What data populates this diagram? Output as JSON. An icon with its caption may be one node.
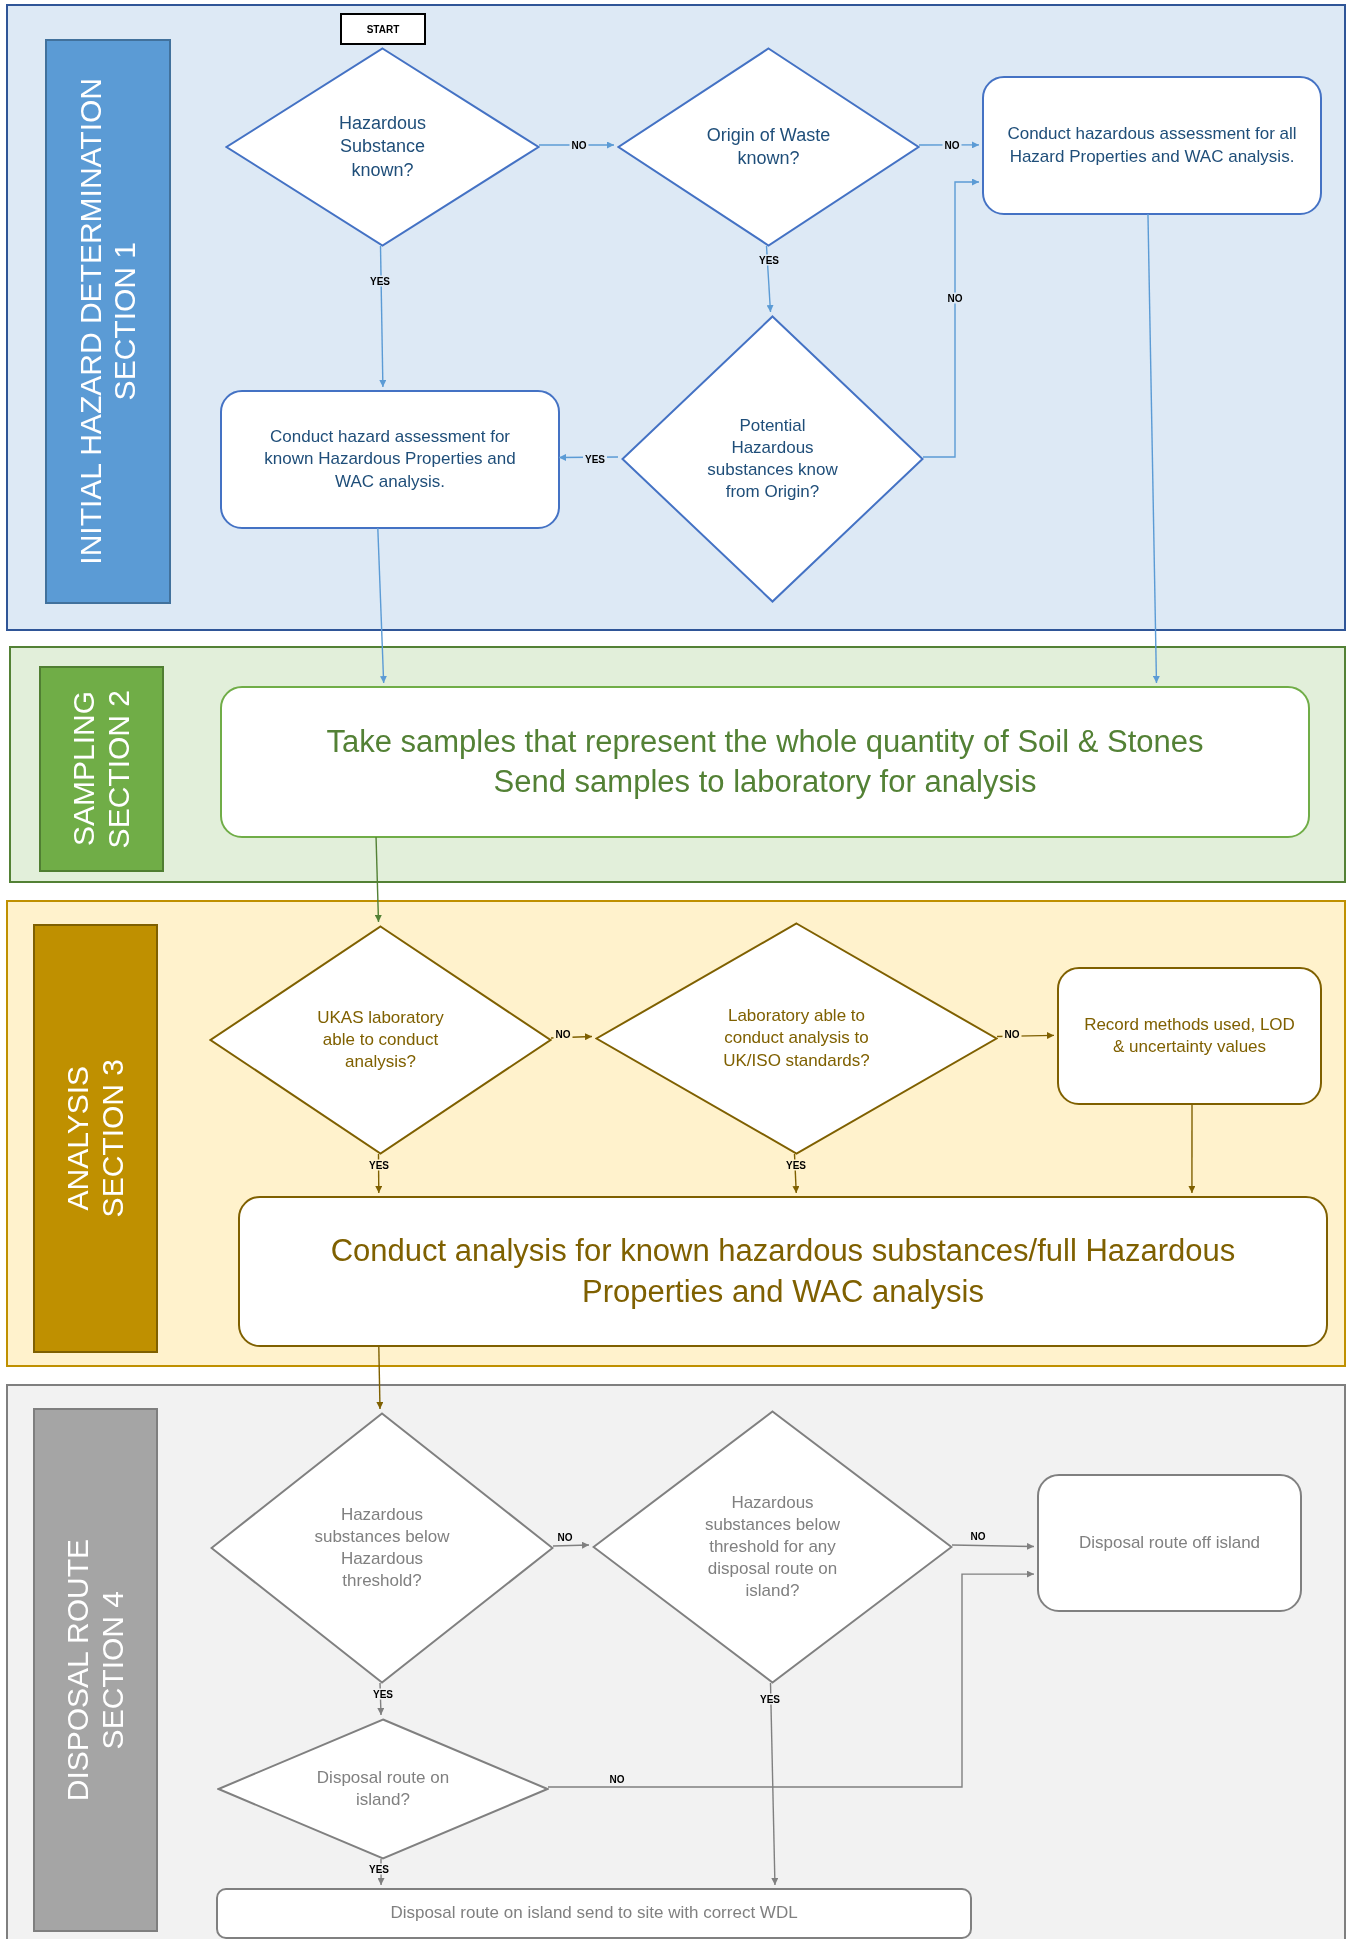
{
  "diagram": {
    "nodes": [
      {
        "text": [],
        "shape": "box"
      },
      {
        "text": [
          "SECTION 1",
          "INITIAL HAZARD DETERMINATION"
        ],
        "in": 0
      },
      {
        "text": [
          "START"
        ],
        "in": 0
      },
      {
        "text": [
          "Hazardous Substance known?"
        ],
        "in": 0
      },
      {
        "text": [
          "Origin of Waste known?"
        ],
        "in": 0
      },
      {
        "text": [
          "Conduct hazardous assessment for all Hazard Properties and WAC analysis."
        ],
        "in": 0
      },
      {
        "text": [
          "Conduct hazard assessment for known Hazardous Properties and WAC analysis."
        ],
        "in": 0
      },
      {
        "text": [
          "Potential Hazardous substances know from Origin?"
        ],
        "in": 0
      },
      {
        "text": [],
        "shape": "box"
      },
      {
        "text": [
          "SECTION 2",
          "SAMPLING"
        ],
        "in": 8
      },
      {
        "text": [
          "Take samples that represent the whole quantity of Soil & Stones",
          "Send samples to laboratory for analysis"
        ],
        "in": 8
      },
      {
        "text": [],
        "shape": "box"
      },
      {
        "text": [
          "SECTION 3",
          "ANALYSIS"
        ],
        "in": 11
      },
      {
        "text": [
          "UKAS laboratory able to conduct analysis?"
        ],
        "in": 11
      },
      {
        "text": [
          "Laboratory able to conduct analysis to UK/ISO standards?"
        ],
        "in": 11
      },
      {
        "text": [
          "Record methods used, LOD & uncertainty values"
        ],
        "in": 11
      },
      {
        "text": [
          "Conduct analysis for known hazardous substances/full Hazardous Properties and WAC analysis"
        ],
        "in": 11
      },
      {
        "text": [],
        "shape": "box"
      },
      {
        "text": [
          "SECTION 4",
          "DISPOSAL ROUTE"
        ],
        "in": 17
      },
      {
        "text": [
          "Hazardous substances below Hazardous threshold?"
        ],
        "in": 17
      },
      {
        "text": [
          "Hazardous substances below threshold for any disposal route on island?"
        ],
        "in": 17
      },
      {
        "text": [
          "Disposal route off island"
        ],
        "in": 17
      },
      {
        "text": [
          "Disposal route on island?"
        ],
        "in": 17
      },
      {
        "text": [
          "Disposal route on island send to site with correct WDL"
        ],
        "in": 17
      }
    ],
    "edges": [
      {
        "from": 3,
        "to": 4,
        "arrow": "to",
        "label": "NO"
      },
      {
        "from": 4,
        "to": 5,
        "arrow": "to",
        "label": "NO"
      },
      {
        "from": 4,
        "to": 7,
        "arrow": "to",
        "label": "YES"
      },
      {
        "from": 3,
        "to": 6,
        "arrow": "to",
        "label": "YES"
      },
      {
        "from": 7,
        "to": 6,
        "arrow": "to",
        "label": "YES"
      },
      {
        "from": 7,
        "to": 5,
        "arrow": "to",
        "label": "NO"
      },
      {
        "from": 6,
        "to": 10,
        "arrow": "to"
      },
      {
        "from": 5,
        "to": 10,
        "arrow": "to"
      },
      {
        "from": 10,
        "to": 13,
        "arrow": "to",
        "color": "#538135"
      },
      {
        "from": 13,
        "to": 14,
        "arrow": "to",
        "label": "NO",
        "color": "#7f6000"
      },
      {
        "from": 14,
        "to": 15,
        "arrow": "to",
        "label": "NO",
        "color": "#7f6000"
      },
      {
        "from": 15,
        "to": 16,
        "arrow": "to",
        "color": "#7f6000"
      },
      {
        "from": 13,
        "to": 16,
        "arrow": "to",
        "label": "YES",
        "color": "#7f6000"
      },
      {
        "from": 14,
        "to": 16,
        "arrow": "to",
        "label": "YES",
        "color": "#7f6000"
      },
      {
        "from": 16,
        "to": 19,
        "arrow": "to",
        "color": "#7f6000"
      },
      {
        "from": 19,
        "to": 20,
        "arrow": "to",
        "label": "NO",
        "color": "#808080"
      },
      {
        "from": 20,
        "to": 21,
        "arrow": "to",
        "label": "NO",
        "color": "#808080"
      },
      {
        "from": 19,
        "to": 22,
        "arrow": "to",
        "label": "YES",
        "color": "#808080"
      },
      {
        "from": 22,
        "to": 21,
        "arrow": "to",
        "label": "NO",
        "color": "#808080"
      },
      {
        "from": 22,
        "to": 23,
        "arrow": "to",
        "label": "YES",
        "color": "#808080"
      },
      {
        "from": 20,
        "to": 23,
        "arrow": "to",
        "label": "YES",
        "color": "#808080"
      }
    ]
  }
}
